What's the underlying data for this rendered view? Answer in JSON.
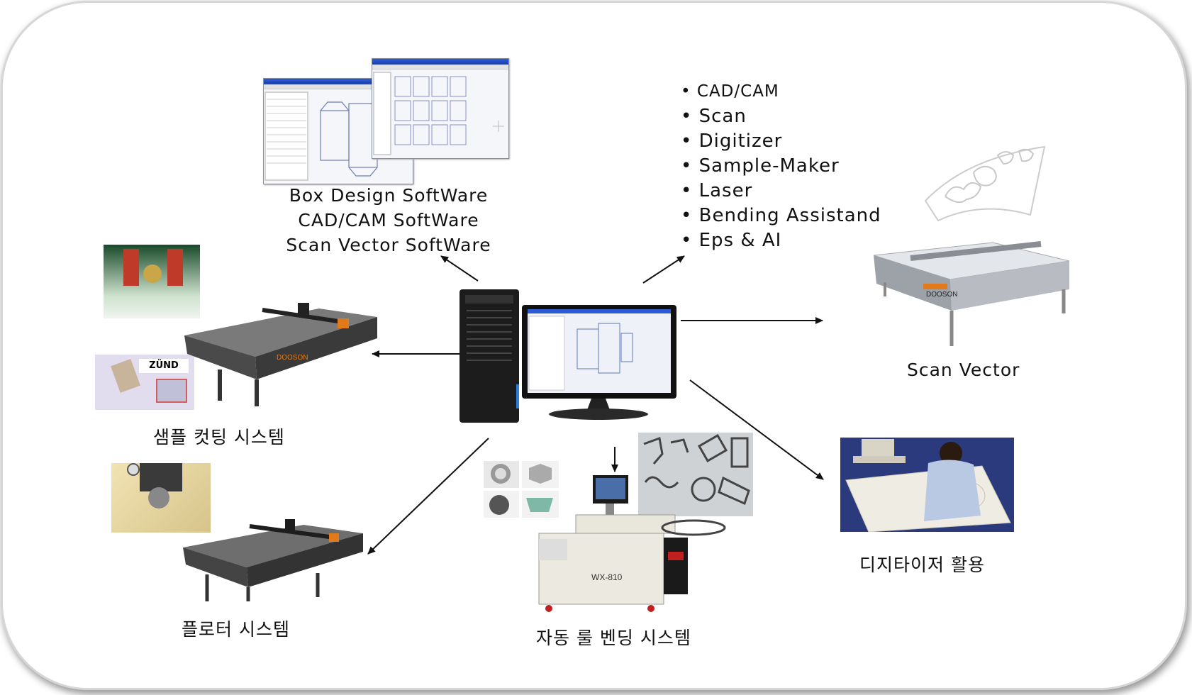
{
  "software_block": {
    "labels": [
      "Box Design SoftWare",
      "CAD/CAM SoftWare",
      "Scan Vector SoftWare"
    ]
  },
  "features": [
    "CAD/CAM",
    "Scan",
    "Digitizer",
    "Sample-Maker",
    "Laser",
    "Bending Assistand",
    "Eps & AI"
  ],
  "nodes": {
    "scan_vector": "Scan Vector",
    "sample_cutting": "샘플 컷팅 시스템",
    "plotter": "플로터 시스템",
    "rule_bending": "자동 룰 벤딩 시스템",
    "digitizer": "디지타이저 활용"
  },
  "machine_text": {
    "dooson": "DOOSON",
    "zund": "ZÜND",
    "bender_model": "WX-810"
  },
  "colors": {
    "arrow": "#111111",
    "machine_gray": "#4a4a4a",
    "accent_orange": "#e07a1a",
    "screen_blue": "#2c5bd3"
  }
}
